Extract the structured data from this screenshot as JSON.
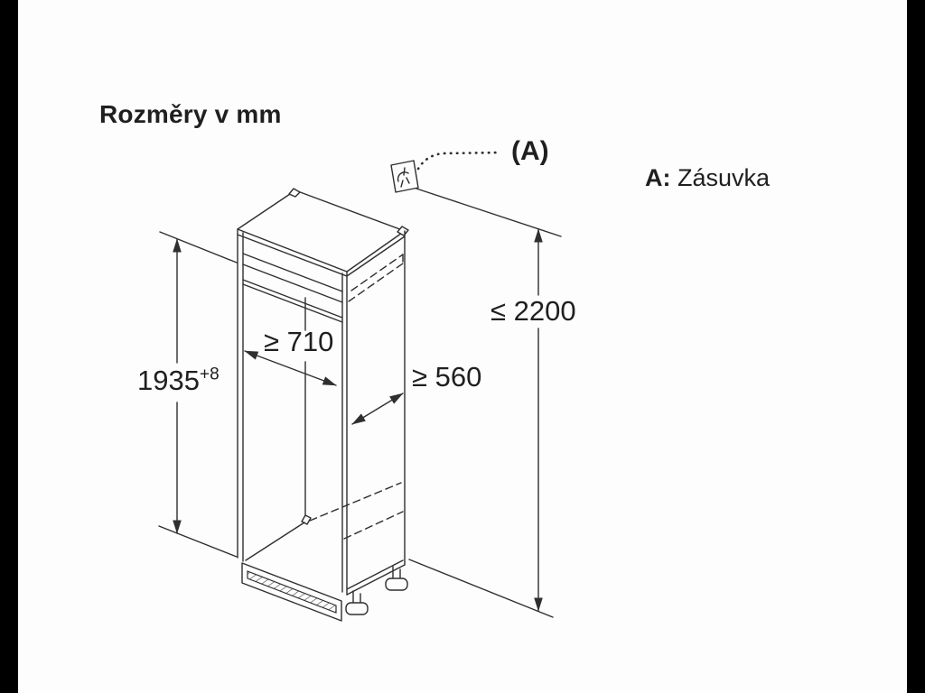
{
  "canvas": {
    "background": "#fdfdfd",
    "pillarbox_color": "#000000",
    "line_color": "#2f2f2f"
  },
  "title": "Rozměry v mm",
  "callout": {
    "label": "(A)",
    "icon": "power-socket-icon"
  },
  "legend": {
    "key": "A:",
    "value": "Zásuvka"
  },
  "dimensions": {
    "niche_height": {
      "value": "1935",
      "tolerance": "+8"
    },
    "niche_width": {
      "label": "≥ 710"
    },
    "niche_depth": {
      "label": "≥ 560"
    },
    "socket_height": {
      "label": "≤ 2200"
    }
  }
}
